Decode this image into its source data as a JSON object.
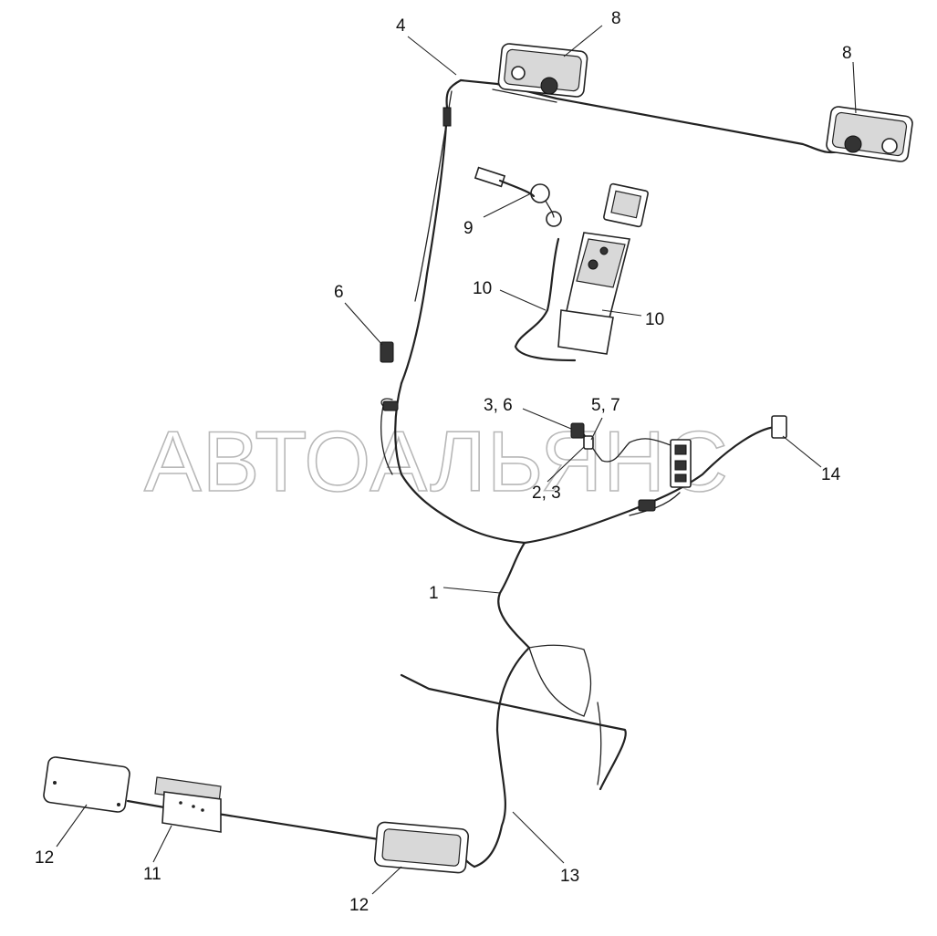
{
  "watermark": "АВТОАЛЬЯНС",
  "callouts": [
    {
      "id": "c1",
      "text": "1"
    },
    {
      "id": "c23",
      "text": "2, 3"
    },
    {
      "id": "c36",
      "text": "3, 6"
    },
    {
      "id": "c4",
      "text": "4"
    },
    {
      "id": "c57",
      "text": "5, 7"
    },
    {
      "id": "c6",
      "text": "6"
    },
    {
      "id": "c8a",
      "text": "8"
    },
    {
      "id": "c8b",
      "text": "8"
    },
    {
      "id": "c9",
      "text": "9"
    },
    {
      "id": "c10a",
      "text": "10"
    },
    {
      "id": "c10b",
      "text": "10"
    },
    {
      "id": "c11",
      "text": "11"
    },
    {
      "id": "c12a",
      "text": "12"
    },
    {
      "id": "c12b",
      "text": "12"
    },
    {
      "id": "c13",
      "text": "13"
    },
    {
      "id": "c14",
      "text": "14"
    }
  ]
}
